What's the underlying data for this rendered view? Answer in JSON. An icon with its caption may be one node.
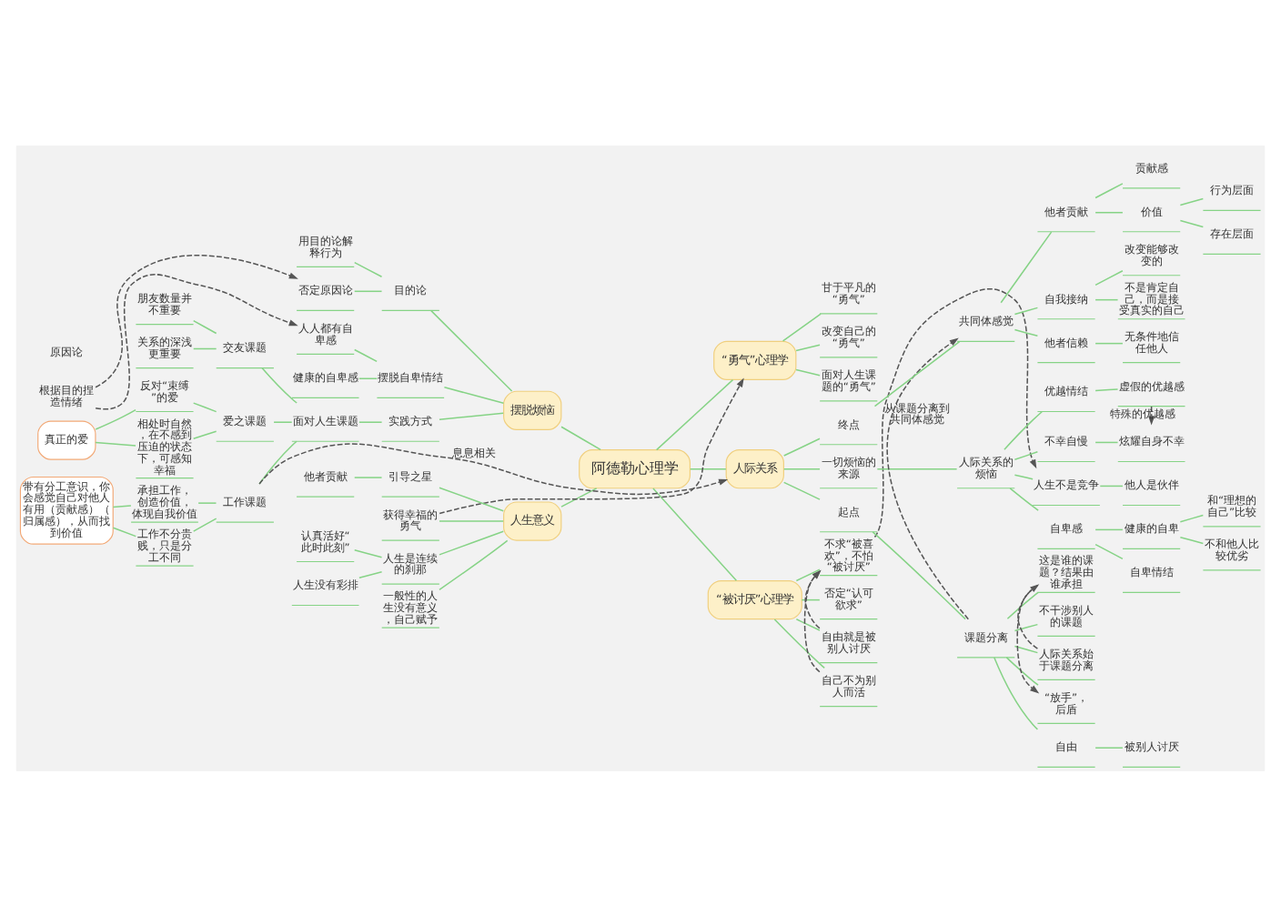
{
  "diagram": {
    "nodes": [
      {
        "text": [
          "阿德勒心理学"
        ]
      },
      {
        "text": [
          "“被讨厌”心理学"
        ]
      },
      {
        "text": [
          "不求“被喜欢”，不怕“被讨厌”"
        ]
      },
      {
        "text": [
          "否定“认可欲求”"
        ]
      },
      {
        "text": [
          "自由就是被别人讨厌"
        ]
      },
      {
        "text": [
          "自己不为别人而活"
        ]
      },
      {
        "text": [
          "“勇气”心理学"
        ]
      },
      {
        "text": [
          "改变自己的“勇气”"
        ]
      },
      {
        "text": [
          "面对人生课题的“勇气”"
        ]
      },
      {
        "text": [
          "甘于平凡的“勇气”"
        ]
      },
      {
        "text": [
          "人生意义"
        ]
      },
      {
        "text": [
          "获得幸福的勇气"
        ]
      },
      {
        "text": [
          "人生是连续的刹那"
        ]
      },
      {
        "text": [
          "认真活好“此时此刻”"
        ]
      },
      {
        "text": [
          "人生没有彩排"
        ]
      },
      {
        "text": [
          "一般性的人生没有意义，自己赋予"
        ]
      },
      {
        "text": [
          "引导之星"
        ]
      },
      {
        "text": [
          "他者贡献"
        ]
      },
      {
        "text": [
          "摆脱烦恼"
        ]
      },
      {
        "text": [
          "目的论"
        ]
      },
      {
        "text": [
          "否定原因论"
        ]
      },
      {
        "text": [
          "用目的论解释行为"
        ]
      },
      {
        "text": [
          "摆脱自卑情结"
        ]
      },
      {
        "text": [
          "健康的自卑感"
        ]
      },
      {
        "text": [
          "人人都有自卑感"
        ]
      },
      {
        "text": [
          "实践方式"
        ]
      },
      {
        "text": [
          "面对人生课题"
        ]
      },
      {
        "text": [
          "工作课题"
        ]
      },
      {
        "text": [
          "承担工作，创造价值，体现自我价值"
        ]
      },
      {
        "text": [
          "工作不分贵贱，只是分工不同"
        ]
      },
      {
        "text": [
          "带有分工意识，你会感觉自己对他人有用（贡献感）（归属感），从而找到价值"
        ]
      },
      {
        "text": [
          "交友课题"
        ]
      },
      {
        "text": [
          "朋友数量并不重要"
        ]
      },
      {
        "text": [
          "关系的深浅更重要"
        ]
      },
      {
        "text": [
          "爱之课题"
        ]
      },
      {
        "text": [
          "反对“束缚”的爱"
        ]
      },
      {
        "text": [
          "相处时自然，在不感到压迫的状态下，可感知幸福"
        ]
      },
      {
        "text": [
          "真正的爱"
        ]
      },
      {
        "text": [
          "根据目的捏造情绪"
        ]
      },
      {
        "text": [
          "人际关系"
        ]
      },
      {
        "text": [
          "一切烦恼的来源"
        ]
      },
      {
        "text": [
          "人际关系的烦恼"
        ]
      },
      {
        "text": [
          "人生不是竞争"
        ]
      },
      {
        "text": [
          "他人是伙伴"
        ]
      },
      {
        "text": [
          "自卑感"
        ]
      },
      {
        "text": [
          "健康的自卑"
        ]
      },
      {
        "text": [
          "和“理想的自己”比较"
        ]
      },
      {
        "text": [
          "不和他人比较优劣"
        ]
      },
      {
        "text": [
          "自卑情结"
        ]
      },
      {
        "text": [
          "优越情结"
        ]
      },
      {
        "text": [
          "虚假的优越感"
        ]
      },
      {
        "text": [
          "不幸自慢"
        ]
      },
      {
        "text": [
          "炫耀自身不幸"
        ]
      },
      {
        "text": [
          "起点"
        ]
      },
      {
        "text": [
          "课题分离"
        ]
      },
      {
        "text": [
          "这是谁的课题？结果由谁承担"
        ]
      },
      {
        "text": [
          "不干涉别人的课题"
        ]
      },
      {
        "text": [
          "人际关系始于课题分离"
        ]
      },
      {
        "text": [
          "“放手”，后盾"
        ]
      },
      {
        "text": [
          "自由"
        ]
      },
      {
        "text": [
          "被别人讨厌"
        ]
      },
      {
        "text": [
          "终点"
        ]
      },
      {
        "text": [
          "共同体感觉"
        ]
      },
      {
        "text": [
          "自我接纳"
        ]
      },
      {
        "text": [
          "不是肯定自己，而是接受真实的自己"
        ]
      },
      {
        "text": [
          "改变能够改变的"
        ]
      },
      {
        "text": [
          "他者信赖"
        ]
      },
      {
        "text": [
          "无条件地信任他人"
        ]
      },
      {
        "text": [
          "他者贡献"
        ]
      },
      {
        "text": [
          "价值"
        ]
      },
      {
        "text": [
          "行为层面"
        ]
      },
      {
        "text": [
          "存在层面"
        ]
      },
      {
        "text": [
          "贡献感"
        ]
      }
    ],
    "edges": [
      {
        "from": 0,
        "to": 1,
        "arrow": "none"
      },
      {
        "from": 1,
        "to": 2,
        "arrow": "none"
      },
      {
        "from": 1,
        "to": 3,
        "arrow": "none"
      },
      {
        "from": 1,
        "to": 4,
        "arrow": "none"
      },
      {
        "from": 1,
        "to": 5,
        "arrow": "none"
      },
      {
        "from": 0,
        "to": 6,
        "arrow": "none"
      },
      {
        "from": 6,
        "to": 7,
        "arrow": "none"
      },
      {
        "from": 6,
        "to": 8,
        "arrow": "none"
      },
      {
        "from": 6,
        "to": 9,
        "arrow": "none"
      },
      {
        "from": 10,
        "to": 0,
        "arrow": "none"
      },
      {
        "from": 11,
        "to": 10,
        "arrow": "none"
      },
      {
        "from": 12,
        "to": 10,
        "arrow": "none"
      },
      {
        "from": 13,
        "to": 12,
        "arrow": "none"
      },
      {
        "from": 14,
        "to": 12,
        "arrow": "none"
      },
      {
        "from": 15,
        "to": 10,
        "arrow": "none"
      },
      {
        "from": 16,
        "to": 10,
        "arrow": "none"
      },
      {
        "from": 17,
        "to": 16,
        "arrow": "none"
      },
      {
        "from": 18,
        "to": 0,
        "arrow": "none"
      },
      {
        "from": 19,
        "to": 18,
        "arrow": "none"
      },
      {
        "from": 20,
        "to": 19,
        "arrow": "none"
      },
      {
        "from": 21,
        "to": 19,
        "arrow": "none"
      },
      {
        "from": 22,
        "to": 18,
        "arrow": "none"
      },
      {
        "from": 23,
        "to": 22,
        "arrow": "none"
      },
      {
        "from": 24,
        "to": 22,
        "arrow": "none"
      },
      {
        "from": 25,
        "to": 18,
        "arrow": "none"
      },
      {
        "from": 26,
        "to": 25,
        "arrow": "none"
      },
      {
        "from": 27,
        "to": 26,
        "arrow": "none"
      },
      {
        "from": 28,
        "to": 27,
        "arrow": "none"
      },
      {
        "from": 29,
        "to": 27,
        "arrow": "none"
      },
      {
        "from": 30,
        "to": 28,
        "arrow": "none"
      },
      {
        "from": 30,
        "to": 29,
        "arrow": "none"
      },
      {
        "from": 31,
        "to": 26,
        "arrow": "none"
      },
      {
        "from": 32,
        "to": 31,
        "arrow": "none"
      },
      {
        "from": 33,
        "to": 31,
        "arrow": "none"
      },
      {
        "from": 34,
        "to": 26,
        "arrow": "none"
      },
      {
        "from": 35,
        "to": 34,
        "arrow": "none"
      },
      {
        "from": 36,
        "to": 34,
        "arrow": "none"
      },
      {
        "from": 37,
        "to": 35,
        "arrow": "none"
      },
      {
        "from": 37,
        "to": 36,
        "arrow": "none"
      },
      {
        "from": 0,
        "to": 39,
        "arrow": "none"
      },
      {
        "from": 39,
        "to": 40,
        "arrow": "none"
      },
      {
        "from": 40,
        "to": 41,
        "arrow": "none"
      },
      {
        "from": 41,
        "to": 42,
        "arrow": "none"
      },
      {
        "from": 42,
        "to": 43,
        "arrow": "none"
      },
      {
        "from": 41,
        "to": 44,
        "arrow": "none"
      },
      {
        "from": 44,
        "to": 45,
        "arrow": "none"
      },
      {
        "from": 45,
        "to": 46,
        "arrow": "none"
      },
      {
        "from": 45,
        "to": 47,
        "arrow": "none"
      },
      {
        "from": 44,
        "to": 48,
        "arrow": "none"
      },
      {
        "from": 41,
        "to": 49,
        "arrow": "none"
      },
      {
        "from": 49,
        "to": 50,
        "arrow": "none"
      },
      {
        "from": 41,
        "to": 51,
        "arrow": "none"
      },
      {
        "from": 51,
        "to": 52,
        "arrow": "none"
      },
      {
        "from": 39,
        "to": 53,
        "arrow": "none"
      },
      {
        "from": 53,
        "to": 54,
        "arrow": "none"
      },
      {
        "from": 54,
        "to": 55,
        "arrow": "none"
      },
      {
        "from": 54,
        "to": 56,
        "arrow": "none"
      },
      {
        "from": 54,
        "to": 57,
        "arrow": "none"
      },
      {
        "from": 54,
        "to": 58,
        "arrow": "none"
      },
      {
        "from": 54,
        "to": 59,
        "arrow": "none"
      },
      {
        "from": 59,
        "to": 60,
        "arrow": "none"
      },
      {
        "from": 39,
        "to": 61,
        "arrow": "none"
      },
      {
        "from": 61,
        "to": 62,
        "arrow": "none"
      },
      {
        "from": 62,
        "to": 63,
        "arrow": "none"
      },
      {
        "from": 63,
        "to": 64,
        "arrow": "none"
      },
      {
        "from": 63,
        "to": 65,
        "arrow": "none"
      },
      {
        "from": 62,
        "to": 66,
        "arrow": "none"
      },
      {
        "from": 66,
        "to": 67,
        "arrow": "none"
      },
      {
        "from": 62,
        "to": 68,
        "arrow": "none"
      },
      {
        "from": 68,
        "to": 69,
        "arrow": "none"
      },
      {
        "from": 69,
        "to": 70,
        "arrow": "none"
      },
      {
        "from": 69,
        "to": 71,
        "arrow": "none"
      },
      {
        "from": 68,
        "to": 72,
        "arrow": "none"
      },
      {
        "from": 11,
        "to": 6,
        "arrow": "to",
        "style": "dashed",
        "color": "#555555"
      },
      {
        "from": 4,
        "to": 2,
        "arrow": "to",
        "style": "dashed",
        "color": "#555555"
      },
      {
        "from": 5,
        "to": 2,
        "arrow": "to",
        "style": "dashed",
        "color": "#555555"
      },
      {
        "from": 2,
        "to": 42,
        "arrow": "to",
        "style": "dashed",
        "color": "#555555"
      },
      {
        "from": 27,
        "to": 39,
        "arrow": "to",
        "label": "息息相关",
        "style": "dashed",
        "color": "#555555"
      },
      {
        "from": 38,
        "to": 20,
        "arrow": "to",
        "style": "dashed",
        "color": "#555555"
      },
      {
        "from": 38,
        "to": 24,
        "arrow": "to",
        "style": "dashed",
        "color": "#555555"
      },
      {
        "from": 50,
        "to": 52,
        "arrow": "to",
        "label": "特殊的优越感",
        "style": "dashed",
        "color": "#555555"
      },
      {
        "from": 57,
        "to": 55,
        "arrow": "to",
        "style": "dashed",
        "color": "#555555"
      },
      {
        "from": 55,
        "to": 58,
        "arrow": "to",
        "style": "dashed",
        "color": "#555555"
      },
      {
        "from": 54,
        "to": 62,
        "arrow": "to",
        "label": "从课题分离到共同体感觉",
        "style": "dashed",
        "color": "#555555"
      }
    ],
    "labels": [
      "原因论"
    ]
  }
}
